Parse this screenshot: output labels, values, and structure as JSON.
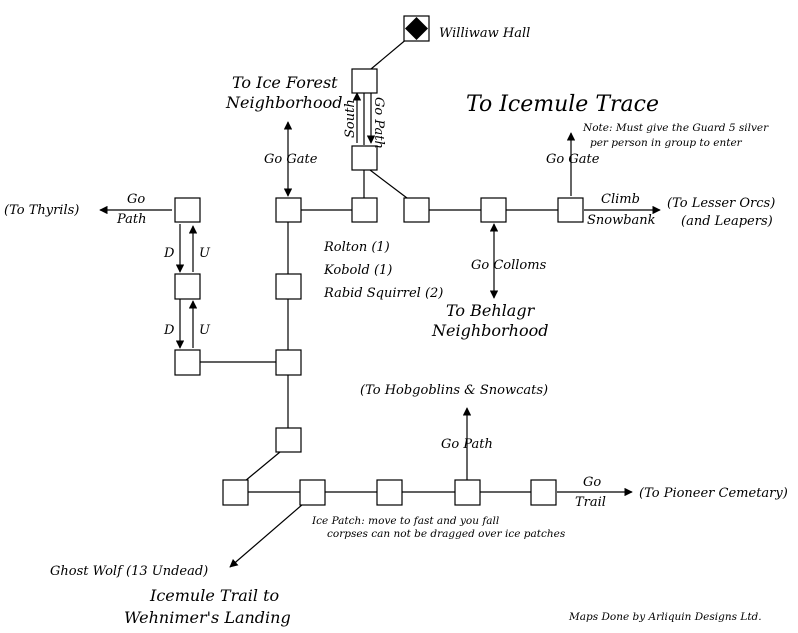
{
  "title": "Williwaw Hall",
  "destinations": {
    "ice_forest": [
      "To Ice Forest",
      "Neighborhood"
    ],
    "icemule_trace": "To Icemule Trace",
    "behlagr": [
      "To Behlagr",
      "Neighborhood"
    ],
    "icemule_trail": [
      "Icemule Trail to",
      "Wehnimer's Landing"
    ],
    "thyrils": "(To Thyrils)",
    "lesser_orcs": [
      "(To Lesser Orcs)",
      "(and Leapers)"
    ],
    "hobgoblins": "(To Hobgoblins & Snowcats)",
    "pioneer": "(To Pioneer Cemetary)"
  },
  "exits": {
    "go_path_north_south": "South",
    "go_path_north_go": "Go Path",
    "go_gate_left": "Go  Gate",
    "go_gate_right": "Go  Gate",
    "go_path_thyrils_go": "Go",
    "go_path_thyrils_path": "Path",
    "climb": "Climb",
    "snowbank": "Snowbank",
    "go_colloms": "Go  Colloms",
    "go_path_hob": "Go  Path",
    "go_trail_go": "Go",
    "go_trail_trail": "Trail",
    "d1": "D",
    "u1": "U",
    "d2": "D",
    "u2": "U"
  },
  "creatures": [
    "Rolton (1)",
    "Kobold (1)",
    "Rabid Squirrel (2)"
  ],
  "ghost_wolf": "Ghost Wolf (13 Undead)",
  "notes": {
    "guard": [
      "Note: Must give the Guard 5 silver",
      "per person in group to enter"
    ],
    "ice_patch": [
      "Ice Patch: move to fast and you fall",
      "corpses can not be dragged over ice patches"
    ]
  },
  "credit": "Maps Done by Arliquin Designs Ltd."
}
